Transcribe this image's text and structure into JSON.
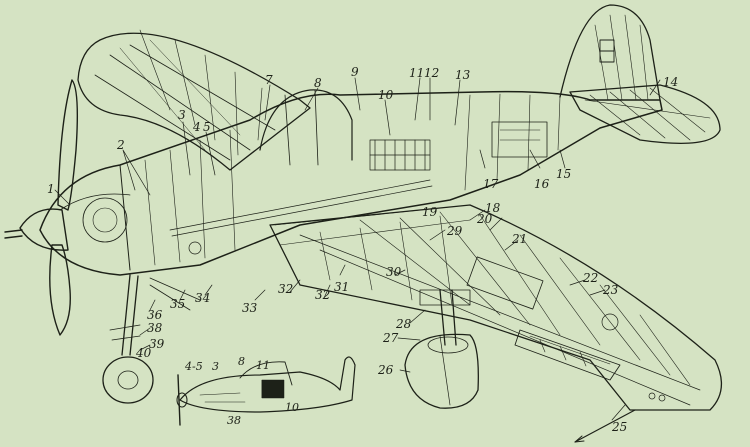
{
  "callouts": [
    "1",
    "2",
    "3",
    "4",
    "5",
    "7",
    "8",
    "9",
    "10",
    "11",
    "12",
    "13",
    "14",
    "15",
    "16",
    "17",
    "18",
    "19",
    "20",
    "21",
    "22",
    "23",
    "25",
    "26",
    "27",
    "28",
    "29",
    "30",
    "31",
    "32",
    "32",
    "33",
    "34",
    "35",
    "36",
    "38",
    "39",
    "40"
  ],
  "inset_callouts": [
    "4-5",
    "3",
    "8",
    "11",
    "10",
    "38"
  ],
  "colors": {
    "paper": "#d5e3c3",
    "ink": "#1d2118"
  }
}
